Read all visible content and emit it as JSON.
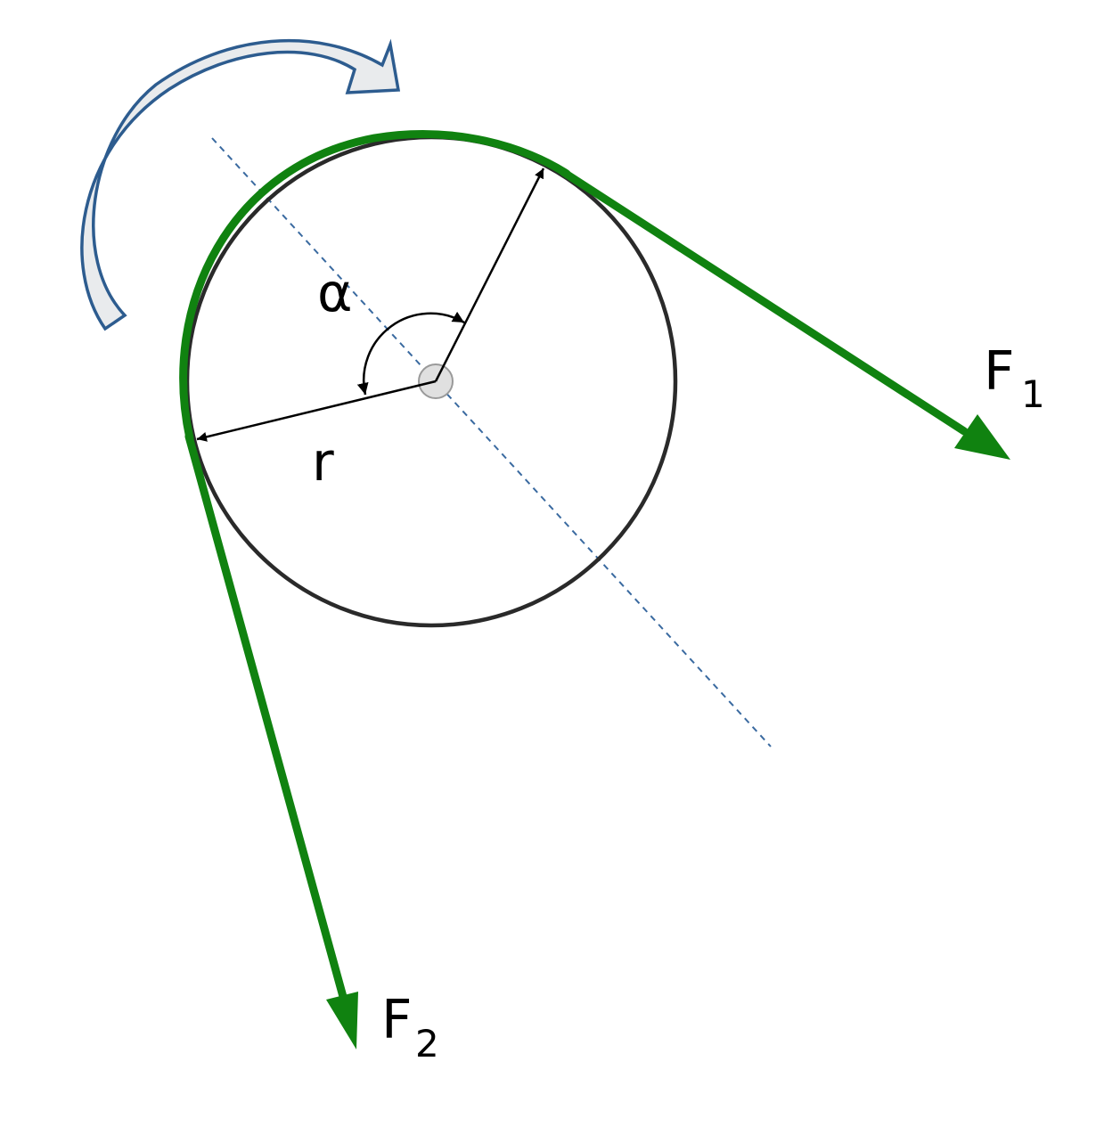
{
  "diagram": {
    "labels": {
      "angle": "α",
      "radius": "r",
      "force_1_main": "F",
      "force_1_sub": "1",
      "force_2_main": "F",
      "force_2_sub": "2"
    },
    "colors": {
      "belt": "#108210",
      "pulley": "#2a2a2a",
      "axis": "#3a6aa0",
      "rotation_fill": "#e9ebed",
      "rotation_stroke": "#2d5c8f",
      "hub_fill": "#e0e0e0",
      "hub_stroke": "#9a9a9a",
      "dimension": "#000000"
    },
    "icons": {
      "rotation": "curved-arrow-clockwise-icon"
    }
  }
}
